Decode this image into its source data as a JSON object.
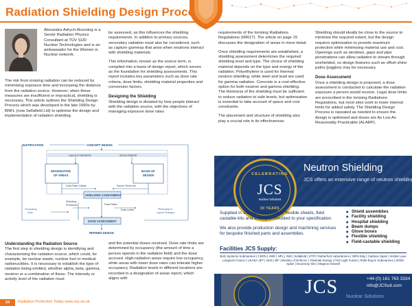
{
  "header": {
    "title": "Radiation Shielding Design Process"
  },
  "author": {
    "bio": "Alexandra Adrych-Brunning is a Senior Radiation Physics Consultant at TÜV SÜD Nuclear Technologies and is an ambassador for the Women in Nuclear network."
  },
  "col1": {
    "intro": "The risk from ionising radiation can be reduced by minimising exposure time and increasing the distance from the radiation source. However, when these measures are insufficient or impractical, shielding is necessary. This article outlines the Shielding Design Process which was developed in the late 1990s by BNFL (now Sellafield Ltd) to optimise the design and implementation of radiation shielding."
  },
  "col2": {
    "p1": "be assessed, as this influences the shielding requirements. In addition to primary sources, secondary radiation must also be considered, such as capture gammas that arise when neutrons interact with shielding materials.",
    "p2": "This information, known as the source term, is compiled into a basis of design report, which serves as the foundation for shielding assessments. This report includes key parameters such as dose rate criteria, dose limits, shielding material properties and conversion factors.",
    "h_design": "Designing the Shielding",
    "p3": "Shielding design is dictated by how people interact with the radiation source, with the objectives of managing exposure dose rates"
  },
  "col3": {
    "p1": "requirements of the Ionising Radiations Regulations (IRR17). The article on page 15 discusses the designation of areas in more detail.",
    "p2": "Once shielding requirements are established, a shielding assessment determines the required shielding level and type. The choice of shielding material depends on the type and energy of the radiation. Polyethylene is used for thermal neutron shielding, while steel and lead are used for gamma radiation. Concrete is a cost-effective option for both neutron and gamma shielding. The thickness of the shielding must be sufficient to reduce radiation to safe levels, but optimisation is essential to take account of space and cost constraints.",
    "p3": "The placement and structure of shielding also play a crucial role in its effectiveness."
  },
  "col4": {
    "p1": "Shielding should ideally be close to the source to minimise the required extent, but the design requires optimisation to provide maximum protection while minimising material use and cost. Openings such as windows, gaps and pipe penetrations can allow radiation to stream through unshielded, so design features such as offset shine paths (joggles) may be necessary.",
    "h_dose": "Dose Assessment",
    "p2": "Once a shielding design is proposed, a dose assessment is conducted to calculate the radiation exposure a person would receive. Legal dose limits are prescribed in the Ionising Radiations Regulations, but most sites work to lower internal limits for added safety. The Shielding Design Process is repeated as needed to ensure the design is optimised and doses are As Low As Reasonably Practicable (ALARP)."
  },
  "bottom": {
    "h_understanding": "Understanding the Radiation Source",
    "p1": "The first step in shielding design is identifying and characterising the radiation source, which could, for example, be nuclear waste, nuclear fuel or medical radionuclides. It is necessary to establish the type of radiation being emitted, whether alpha, beta, gamma, neutron or a combination of these. The intensity or activity level of the radiation must",
    "p2": "and the potential doses received. Dose rate limits are determined by occupancy (the amount of time a person spends in the radiation field) and the dose accrued. High-radiation areas require low occupancy, while areas with lower dose rates can tolerate higher occupancy. Radiation levels in different locations are recorded in a designation of areas report, which aligns with"
  },
  "diagram": {
    "justification": "JUSTIFICATION",
    "concept_design": "CONCEPT DESIGN",
    "layout_operations": "Layout & Operations",
    "source_material": "Source Material",
    "designation_of_areas": [
      "DESIGNATION",
      "OF AREAS"
    ],
    "basis_of_design": [
      "BASIS OF",
      "DESIGN"
    ],
    "dose_rate_criteria": "Dose Rate Criteria",
    "source_terms_etc": "Source Terms etc.",
    "shielding_assessment": "SHIELDING ASSESSMENT",
    "shielding_provisions": [
      "Shielding",
      "Provisions"
    ],
    "dose_rates": "Dose Rates",
    "dose_limits": "Dose Limits",
    "occupancy_data": [
      "Occupancy",
      "Data"
    ],
    "dose_assessment": "DOSE ASSESSMENT",
    "philosophy": [
      "Philosophy &",
      "Layout Changes"
    ],
    "refined_design": "REFINED DESIGN"
  },
  "ad": {
    "title": "Neutron Shielding",
    "tagline": "JCS offers an extensive range of neutron shielding materials",
    "badge_top": "CELEBRATING",
    "badge_name": "JCS",
    "badge_sub": "Nuclear Solutions",
    "badge_years": "30 YEARS",
    "body1": "Supplied in sheets, rods, pellets, flexible sheets, field castable kits and even pre-moulded to your specification.",
    "body2": "We also provide production design and machining services for bespoke finished parts and assemblies.",
    "list": [
      "Shield assemblies",
      "Facility shielding",
      "Hospital shielding",
      "Beam dumps",
      "Glove boxes",
      "Flexible shielding",
      "Field-castable shielding"
    ],
    "facilities_title": "Facilities JCS Supply:",
    "facilities_text": "BAE Systems Submarines | CERN | AWE | NPL | JNS | Sellafield | STFC Rutherford Laboratories | INFN Italy | Cadinox Spain | Institut Laue Langevin France | UKAEA JET | NHS | BP | Ministry of Defence | Tokamak Energy | First Light Fusion | Rolls-Royce Submarines | IDOM Spain | Dounreay Site | Magnox Harwell",
    "footer_name": "JCS",
    "footer_sub": "Nuclear Solutions",
    "phone": "+44 (0) 161 763 3334",
    "web": "info@JCSuit.com"
  },
  "footer": {
    "page_number": "24",
    "magazine": "Radiation Protection Today www.srp-uk.uk"
  },
  "colors": {
    "accent": "#e8731c",
    "navy": "#1b3d73",
    "diagram_blue": "#3a6ea5"
  }
}
